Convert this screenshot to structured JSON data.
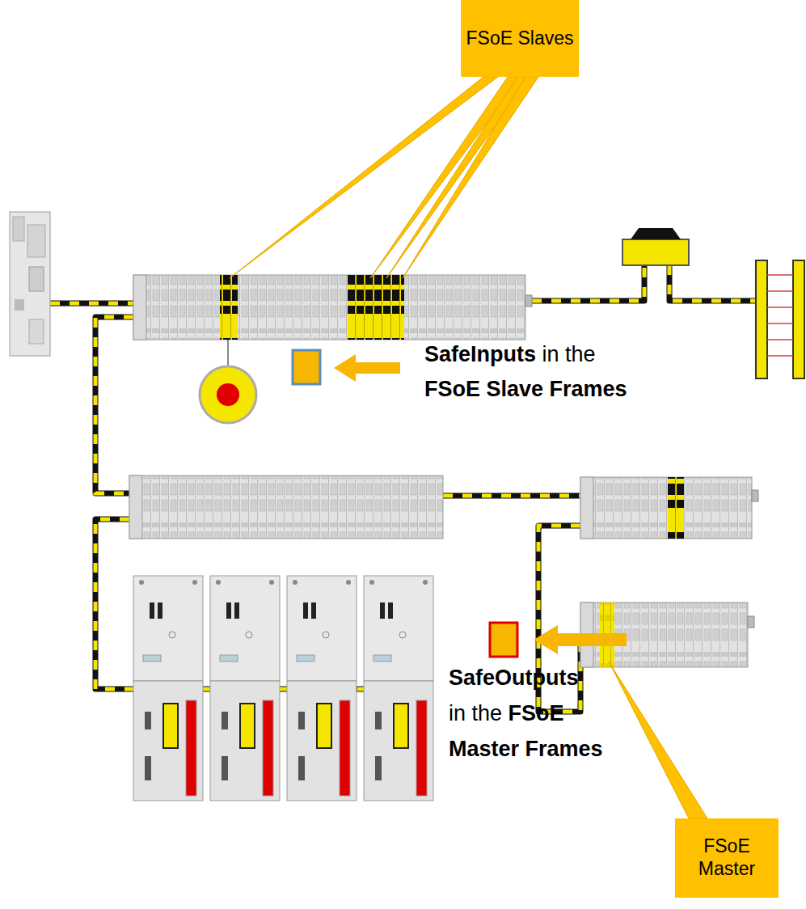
{
  "diagram": {
    "nodes": [
      {
        "text": [
          "FSoE Slaves"
        ]
      },
      {
        "text": [
          "FSoE Master"
        ]
      }
    ],
    "labels": [
      "SafeInputs",
      "in the",
      "FSoE Slave Frames",
      "SafeOutputs",
      "in the",
      "FSoE",
      "Master Frames"
    ]
  }
}
